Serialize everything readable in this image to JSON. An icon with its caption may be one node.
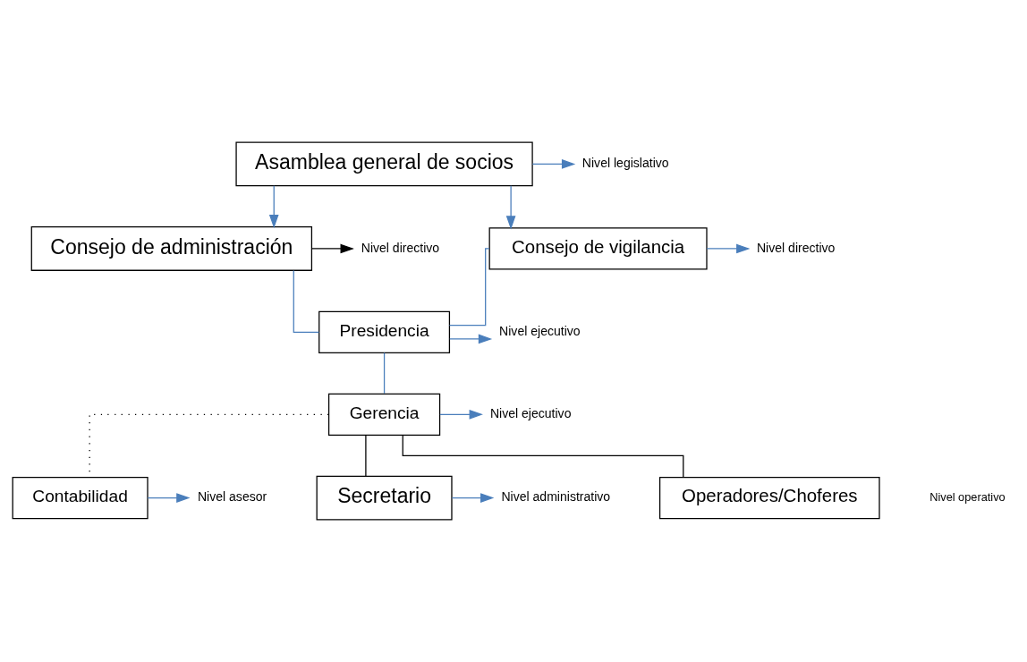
{
  "diagram": {
    "nodes": [
      {
        "text": [
          "Asamblea general de socios"
        ]
      },
      {
        "text": [
          "Nivel legislativo"
        ]
      },
      {
        "text": [
          "Nivel directivo"
        ]
      },
      {
        "text": [
          "Consejo de administración"
        ]
      },
      {
        "text": [
          "Consejo de vigilancia"
        ]
      },
      {
        "text": [
          "Nivel directivo"
        ]
      },
      {
        "text": [
          "Presidencia"
        ]
      },
      {
        "text": [
          "Nivel ejecutivo"
        ]
      },
      {
        "text": [
          "Gerencia"
        ]
      },
      {
        "text": [
          "Nivel ejecutivo"
        ]
      },
      {
        "text": [
          "Contabilidad"
        ]
      },
      {
        "text": [
          "Nivel asesor"
        ]
      },
      {
        "text": [
          "Nivel administrativo"
        ]
      },
      {
        "text": [
          "Secretario"
        ]
      },
      {
        "text": [
          "Operadores/Choferes"
        ]
      }
    ],
    "edges": [
      {
        "from": 0,
        "to": 1,
        "arrow": "to"
      },
      {
        "from": 0,
        "to": 3,
        "arrow": "to"
      },
      {
        "from": 0,
        "to": 4,
        "arrow": "to"
      },
      {
        "from": 3,
        "to": 2,
        "arrow": "to",
        "color": "#000000"
      },
      {
        "from": 4,
        "to": 5,
        "arrow": "to"
      },
      {
        "from": 3,
        "to": 6,
        "arrow": "none"
      },
      {
        "from": 4,
        "to": 6,
        "arrow": "none"
      },
      {
        "from": 6,
        "to": 7,
        "arrow": "to"
      },
      {
        "from": 6,
        "to": 8,
        "arrow": "none"
      },
      {
        "from": 8,
        "to": 9,
        "arrow": "to"
      },
      {
        "from": 8,
        "to": 10,
        "arrow": "none",
        "style": "dashed",
        "color": "#000000"
      },
      {
        "from": 10,
        "to": 11,
        "arrow": "to"
      },
      {
        "from": 8,
        "to": 13,
        "arrow": "none",
        "color": "#000000"
      },
      {
        "from": 8,
        "to": 14,
        "arrow": "none",
        "color": "#000000"
      },
      {
        "from": 13,
        "to": 12,
        "arrow": "to"
      }
    ],
    "labels": [
      "Nivel operativo"
    ]
  }
}
